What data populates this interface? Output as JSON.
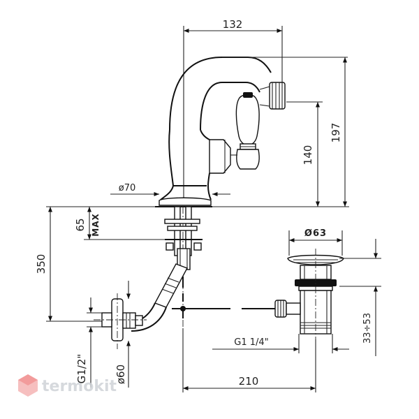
{
  "dimensions": {
    "d132": "132",
    "d197": "197",
    "d140": "140",
    "d70": "ø70",
    "d65": "65",
    "max": "MAX",
    "d350": "350",
    "d63": "Ø63",
    "d3353": "33÷53",
    "g114": "G1  1/4\"",
    "g12": "G1/2\"",
    "d60": "ø60",
    "d210": "210"
  },
  "watermark": {
    "brand": "termokit"
  },
  "colors": {
    "line": "#222222",
    "watermark": "#cfd3d8",
    "watermark_accent": "#f08a8a"
  }
}
